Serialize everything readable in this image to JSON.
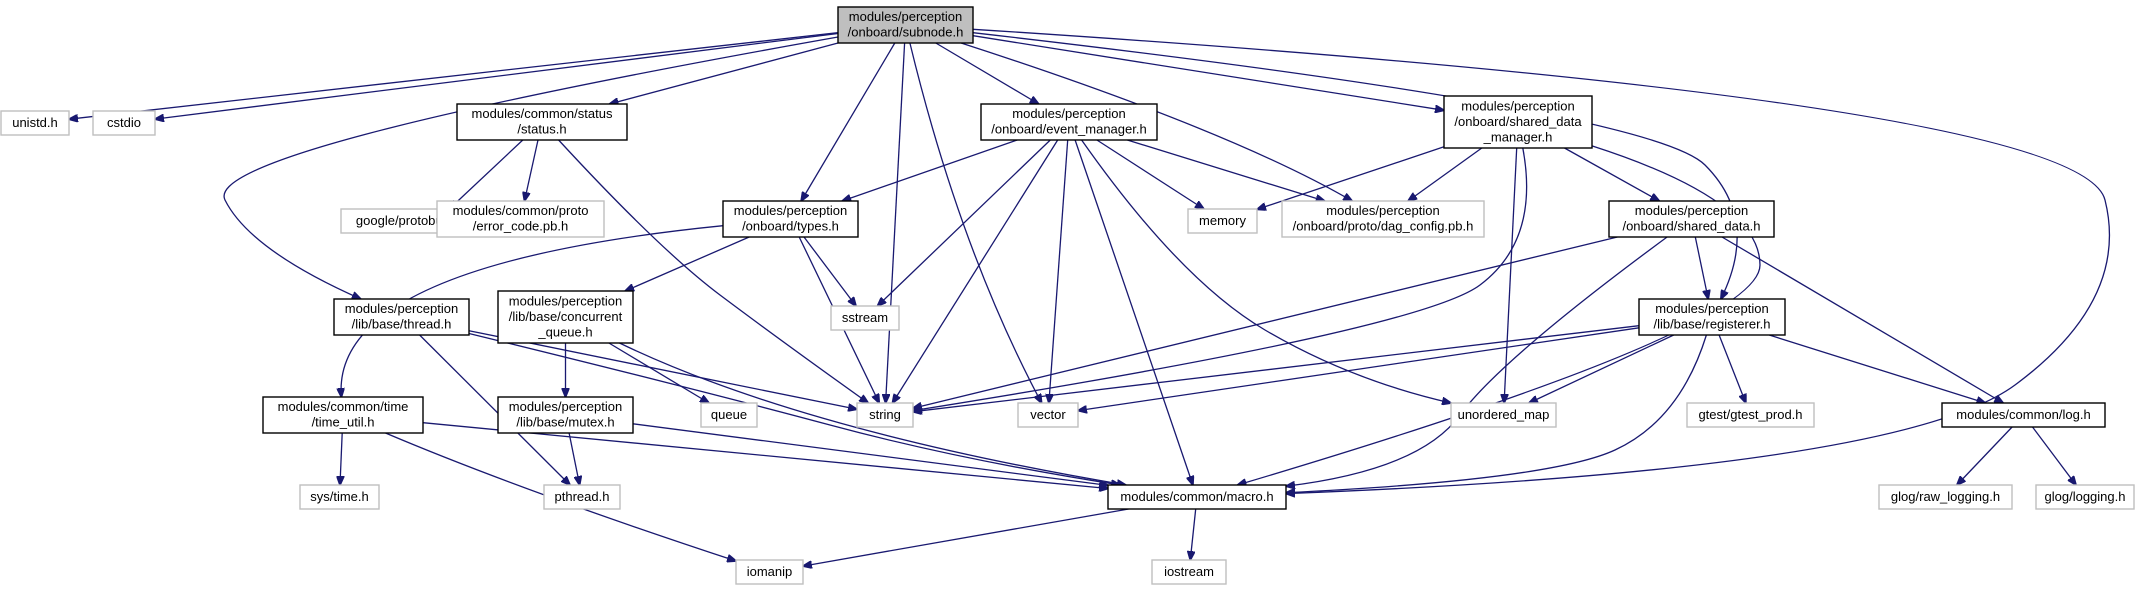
{
  "nodes": [
    {
      "id": "subnode",
      "kind": "main",
      "lines": [
        "modules/perception",
        "/onboard/subnode.h"
      ]
    },
    {
      "id": "unistd",
      "kind": "sys",
      "lines": [
        "unistd.h"
      ]
    },
    {
      "id": "cstdio",
      "kind": "sys",
      "lines": [
        "cstdio"
      ]
    },
    {
      "id": "status",
      "kind": "local",
      "lines": [
        "modules/common/status",
        "/status.h"
      ]
    },
    {
      "id": "thread",
      "kind": "local",
      "lines": [
        "modules/perception",
        "/lib/base/thread.h"
      ]
    },
    {
      "id": "string",
      "kind": "sys",
      "lines": [
        "string"
      ]
    },
    {
      "id": "types",
      "kind": "local",
      "lines": [
        "modules/perception",
        "/onboard/types.h"
      ]
    },
    {
      "id": "event_manager",
      "kind": "local",
      "lines": [
        "modules/perception",
        "/onboard/event_manager.h"
      ]
    },
    {
      "id": "vector",
      "kind": "sys",
      "lines": [
        "vector"
      ]
    },
    {
      "id": "dag_config",
      "kind": "sys",
      "lines": [
        "modules/perception",
        "/onboard/proto/dag_config.pb.h"
      ]
    },
    {
      "id": "shared_data_manager",
      "kind": "local",
      "lines": [
        "modules/perception",
        "/onboard/shared_data",
        "_manager.h"
      ]
    },
    {
      "id": "registerer",
      "kind": "local",
      "lines": [
        "modules/perception",
        "/lib/base/registerer.h"
      ]
    },
    {
      "id": "macro",
      "kind": "local",
      "lines": [
        "modules/common/macro.h"
      ]
    },
    {
      "id": "descriptor",
      "kind": "sys",
      "lines": [
        "google/protobuf/descriptor.h"
      ]
    },
    {
      "id": "error_code",
      "kind": "sys",
      "lines": [
        "modules/common/proto",
        "/error_code.pb.h"
      ]
    },
    {
      "id": "memory",
      "kind": "sys",
      "lines": [
        "memory"
      ]
    },
    {
      "id": "shared_data",
      "kind": "local",
      "lines": [
        "modules/perception",
        "/onboard/shared_data.h"
      ]
    },
    {
      "id": "sstream",
      "kind": "sys",
      "lines": [
        "sstream"
      ]
    },
    {
      "id": "concurrent_queue",
      "kind": "local",
      "lines": [
        "modules/perception",
        "/lib/base/concurrent",
        "_queue.h"
      ]
    },
    {
      "id": "time_util",
      "kind": "local",
      "lines": [
        "modules/common/time",
        "/time_util.h"
      ]
    },
    {
      "id": "queue",
      "kind": "sys",
      "lines": [
        "queue"
      ]
    },
    {
      "id": "mutex",
      "kind": "local",
      "lines": [
        "modules/perception",
        "/lib/base/mutex.h"
      ]
    },
    {
      "id": "unordered_map",
      "kind": "sys",
      "lines": [
        "unordered_map"
      ]
    },
    {
      "id": "gtest_prod",
      "kind": "sys",
      "lines": [
        "gtest/gtest_prod.h"
      ]
    },
    {
      "id": "log",
      "kind": "local",
      "lines": [
        "modules/common/log.h"
      ]
    },
    {
      "id": "sys_time",
      "kind": "sys",
      "lines": [
        "sys/time.h"
      ]
    },
    {
      "id": "pthread",
      "kind": "sys",
      "lines": [
        "pthread.h"
      ]
    },
    {
      "id": "iomanip",
      "kind": "sys",
      "lines": [
        "iomanip"
      ]
    },
    {
      "id": "iostream",
      "kind": "sys",
      "lines": [
        "iostream"
      ]
    },
    {
      "id": "raw_logging",
      "kind": "sys",
      "lines": [
        "glog/raw_logging.h"
      ]
    },
    {
      "id": "glog_logging",
      "kind": "sys",
      "lines": [
        "glog/logging.h"
      ]
    }
  ],
  "edges": [
    [
      "subnode",
      "unistd"
    ],
    [
      "subnode",
      "cstdio"
    ],
    [
      "subnode",
      "status"
    ],
    [
      "subnode",
      "thread"
    ],
    [
      "subnode",
      "string"
    ],
    [
      "subnode",
      "types"
    ],
    [
      "subnode",
      "event_manager"
    ],
    [
      "subnode",
      "vector"
    ],
    [
      "subnode",
      "dag_config"
    ],
    [
      "subnode",
      "shared_data_manager"
    ],
    [
      "subnode",
      "registerer"
    ],
    [
      "subnode",
      "macro"
    ],
    [
      "status",
      "descriptor"
    ],
    [
      "status",
      "error_code"
    ],
    [
      "status",
      "string"
    ],
    [
      "event_manager",
      "types"
    ],
    [
      "event_manager",
      "memory"
    ],
    [
      "event_manager",
      "dag_config"
    ],
    [
      "event_manager",
      "sstream"
    ],
    [
      "event_manager",
      "string"
    ],
    [
      "event_manager",
      "vector"
    ],
    [
      "event_manager",
      "unordered_map"
    ],
    [
      "event_manager",
      "macro"
    ],
    [
      "shared_data_manager",
      "memory"
    ],
    [
      "shared_data_manager",
      "dag_config"
    ],
    [
      "shared_data_manager",
      "shared_data"
    ],
    [
      "shared_data_manager",
      "string"
    ],
    [
      "shared_data_manager",
      "unordered_map"
    ],
    [
      "shared_data_manager",
      "macro"
    ],
    [
      "types",
      "time_util"
    ],
    [
      "types",
      "concurrent_queue"
    ],
    [
      "types",
      "sstream"
    ],
    [
      "types",
      "string"
    ],
    [
      "thread",
      "string"
    ],
    [
      "thread",
      "pthread"
    ],
    [
      "thread",
      "macro"
    ],
    [
      "concurrent_queue",
      "mutex"
    ],
    [
      "concurrent_queue",
      "queue"
    ],
    [
      "concurrent_queue",
      "macro"
    ],
    [
      "shared_data",
      "registerer"
    ],
    [
      "shared_data",
      "log"
    ],
    [
      "shared_data",
      "string"
    ],
    [
      "shared_data",
      "macro"
    ],
    [
      "registerer",
      "string"
    ],
    [
      "registerer",
      "vector"
    ],
    [
      "registerer",
      "unordered_map"
    ],
    [
      "registerer",
      "gtest_prod"
    ],
    [
      "registerer",
      "log"
    ],
    [
      "registerer",
      "macro"
    ],
    [
      "time_util",
      "sys_time"
    ],
    [
      "time_util",
      "iomanip"
    ],
    [
      "time_util",
      "macro"
    ],
    [
      "mutex",
      "pthread"
    ],
    [
      "mutex",
      "macro"
    ],
    [
      "macro",
      "iomanip"
    ],
    [
      "macro",
      "iostream"
    ],
    [
      "log",
      "raw_logging"
    ],
    [
      "log",
      "glog_logging"
    ]
  ]
}
